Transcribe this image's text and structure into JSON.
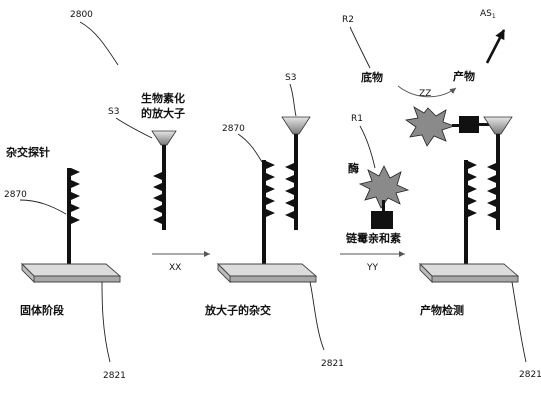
{
  "figure_number": "2800",
  "reference_labels": {
    "probe_ref_left": "2870",
    "probe_ref_center": "2870",
    "support_ref_left": "2821",
    "support_ref_center": "2821",
    "support_ref_right": "2821",
    "amplifier_ref_free": "S3",
    "amplifier_ref_bound": "S3",
    "enzyme_ref": "R1",
    "substrate_ref": "R2",
    "signal_ref": "AS",
    "signal_ref_sub": "1"
  },
  "step_labels": {
    "step_1": "XX",
    "step_2": "YY",
    "step_3": "ZZ"
  },
  "chinese_labels": {
    "capture_probe": "杂交探针",
    "biotinylated_amplifier_line1": "生物素化",
    "biotinylated_amplifier_line2": "的放大子",
    "solid_phase": "固体阶段",
    "amplifier_hybrid": "放大子的杂交",
    "product_detection": "产物检测",
    "substrate": "底物",
    "product": "产物",
    "enzyme": "酶",
    "streptavidin": "链霉亲和素"
  }
}
